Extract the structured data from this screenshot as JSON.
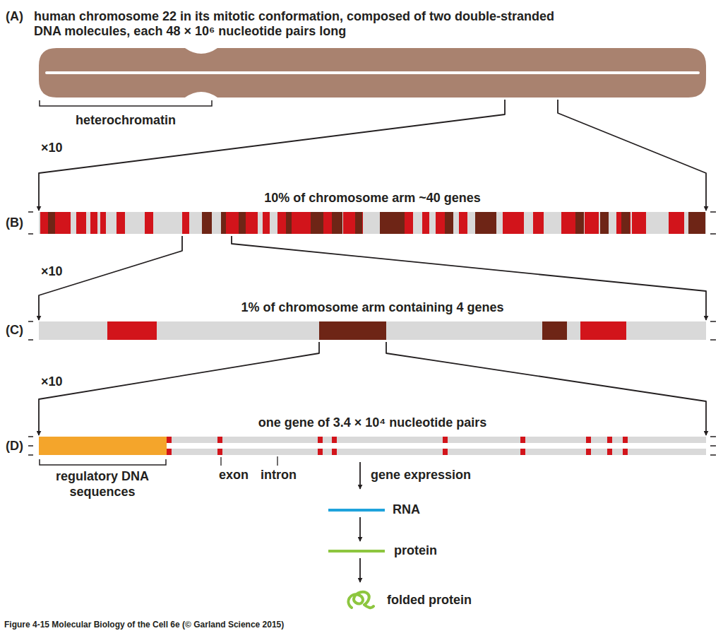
{
  "diagram": {
    "caption": "Figure 4-15 Molecular Biology of the Cell 6e (© Garland Science 2015)",
    "nodes": [
      {
        "text": [
          "(A)",
          "human chromosome 22 in its mitotic conformation, composed of two double-stranded DNA molecules, each 48 × 10⁶ nucleotide pairs long"
        ]
      },
      {
        "text": [
          "(B)",
          "10% of chromosome arm ~40 genes"
        ]
      },
      {
        "text": [
          "(C)",
          "1% of chromosome arm containing 4 genes"
        ]
      },
      {
        "text": [
          "(D)",
          "one gene of 3.4 × 10⁴ nucleotide pairs"
        ]
      }
    ],
    "edges": [
      {
        "from": 0,
        "to": 1,
        "arrow": "to",
        "label": "×10"
      },
      {
        "from": 0,
        "to": 1,
        "arrow": "to"
      },
      {
        "from": 1,
        "to": 2,
        "arrow": "to",
        "label": "×10"
      },
      {
        "from": 1,
        "to": 2,
        "arrow": "to"
      },
      {
        "from": 2,
        "to": 3,
        "arrow": "to",
        "label": "×10"
      },
      {
        "from": 2,
        "to": 3,
        "arrow": "to"
      }
    ],
    "labels": [
      "heterochromatin",
      "exon",
      "intron",
      "regulatory DNA sequences",
      "gene expression",
      "RNA",
      "protein",
      "folded protein"
    ]
  }
}
